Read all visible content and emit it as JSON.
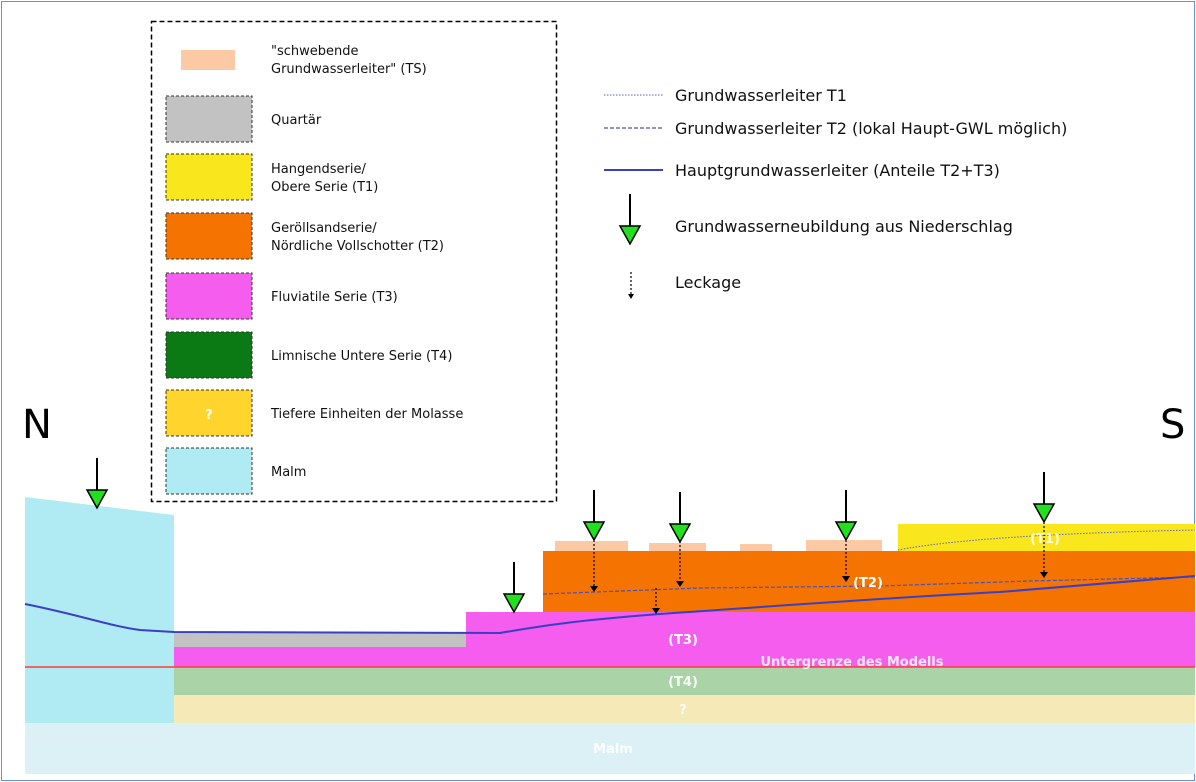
{
  "compass": {
    "north": "N",
    "south": "S"
  },
  "legend": {
    "items": [
      {
        "key": "ts",
        "label_lines": [
          "\"schwebende",
          "Grundwasserleiter\" (TS)"
        ],
        "color": "#fcc9a5",
        "swatch_text": ""
      },
      {
        "key": "quartaer",
        "label_lines": [
          "Quartär"
        ],
        "color": "#c2c2c2",
        "swatch_text": ""
      },
      {
        "key": "t1",
        "label_lines": [
          "Hangendserie/",
          "Obere Serie (T1)"
        ],
        "color": "#fae61d",
        "swatch_text": ""
      },
      {
        "key": "t2",
        "label_lines": [
          "Geröllsandserie/",
          "Nördliche Vollschotter (T2)"
        ],
        "color": "#f57300",
        "swatch_text": ""
      },
      {
        "key": "t3",
        "label_lines": [
          "Fluviatile Serie (T3)"
        ],
        "color": "#f45ded",
        "swatch_text": ""
      },
      {
        "key": "t4",
        "label_lines": [
          "Limnische Untere Serie (T4)"
        ],
        "color": "#0c7a14",
        "swatch_text": ""
      },
      {
        "key": "tiefere",
        "label_lines": [
          "Tiefere Einheiten der Molasse"
        ],
        "color": "#fed42d",
        "swatch_text": "?"
      },
      {
        "key": "malm",
        "label_lines": [
          "Malm"
        ],
        "color": "#b0eaf3",
        "swatch_text": ""
      }
    ],
    "lines": [
      {
        "key": "gwl-t1",
        "label": "Grundwasserleiter T1",
        "color": "#5a63c4"
      },
      {
        "key": "gwl-t2",
        "label": "Grundwasserleiter T2 (lokal Haupt-GWL möglich)",
        "color": "#4a52b8"
      },
      {
        "key": "haupt-gwl",
        "label": "Hauptgrundwasserleiter (Anteile T2+T3)",
        "color": "#3b3fc4"
      },
      {
        "key": "neubildung",
        "label": "Grundwasserneubildung aus Niederschlag",
        "color": "#22e01e"
      },
      {
        "key": "leckage",
        "label": "Leckage",
        "color": "#000000"
      }
    ]
  },
  "section": {
    "labels": {
      "t1": "(T1)",
      "t2": "(T2)",
      "t3": "(T3)",
      "t4": "(T4)",
      "untergrenze": "Untergrenze des Modells",
      "tiefere": "?",
      "malm": "Malm"
    },
    "colors": {
      "malm_upper": "#b0eaf3",
      "malm_lower": "#dcf1f5",
      "tiefere": "#f5e9b8",
      "t4": "#aad3a8",
      "t3": "#f45ded",
      "t2": "#f57300",
      "t1": "#fae61d",
      "ts": "#fcc9a5",
      "quartaer": "#c2c2c2",
      "model_base": "#ff3a3a",
      "water": "#3b3fc4"
    }
  }
}
